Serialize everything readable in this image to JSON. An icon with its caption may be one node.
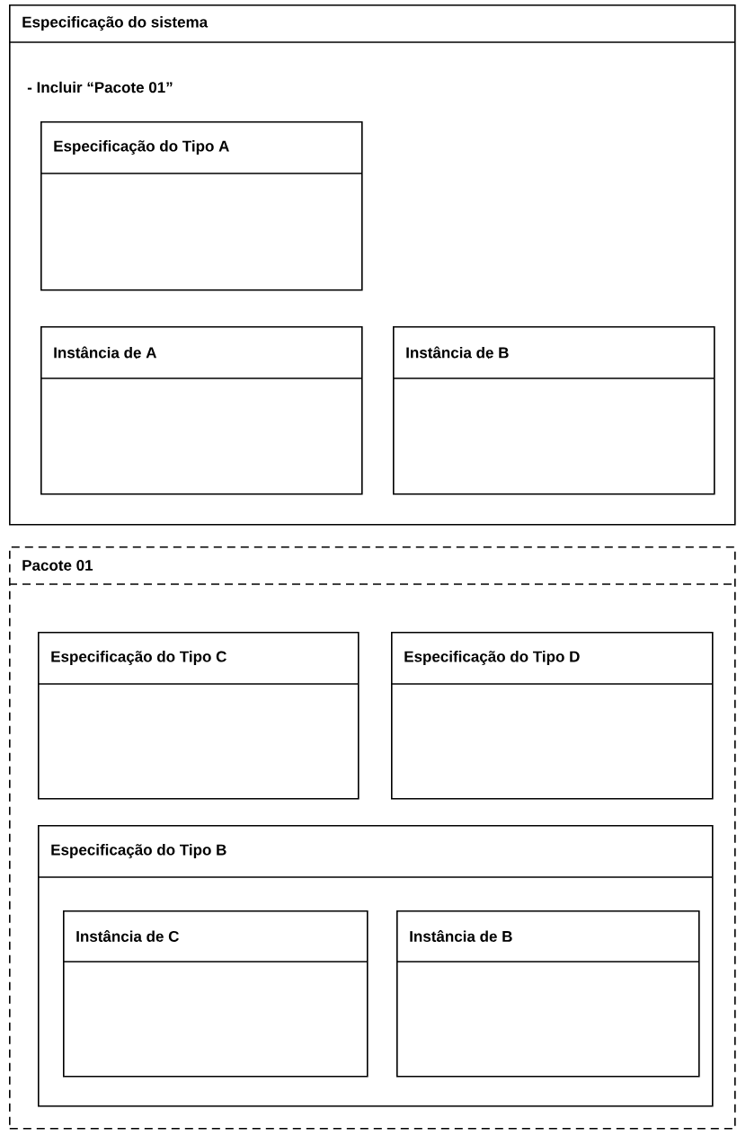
{
  "diagram": {
    "nodes": [
      {
        "text": [
          "Especificação do sistema",
          "- Incluir “Pacote 01”"
        ]
      },
      {
        "text": [
          "Especificação do Tipo A"
        ],
        "in": 0
      },
      {
        "text": [
          "Instância de A"
        ],
        "in": 0
      },
      {
        "text": [
          "Instância de B"
        ],
        "in": 0
      },
      {
        "text": [
          "Pacote 01"
        ]
      },
      {
        "text": [
          "Especificação do Tipo C"
        ],
        "in": 4
      },
      {
        "text": [
          "Especificação do Tipo D"
        ],
        "in": 4
      },
      {
        "text": [
          "Especificação do Tipo B"
        ],
        "in": 4
      },
      {
        "text": [
          "Instância de C"
        ],
        "in": 7
      },
      {
        "text": [
          "Instância de B"
        ],
        "in": 7
      }
    ]
  }
}
